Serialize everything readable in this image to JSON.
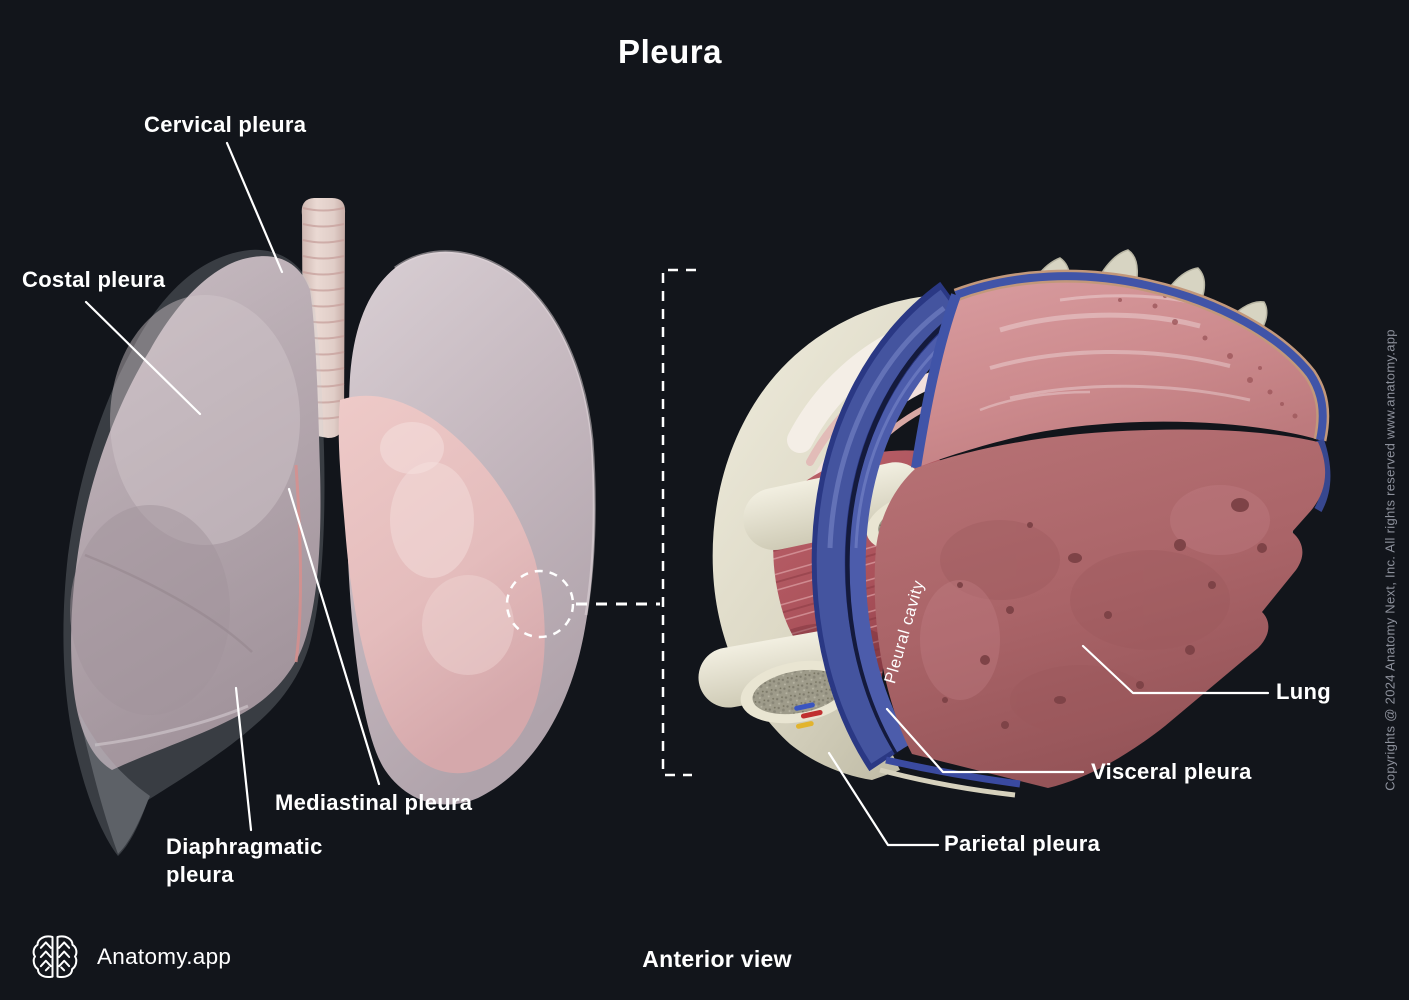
{
  "title": "Pleura",
  "caption": "Anterior view",
  "brand": {
    "name": "Anatomy.app"
  },
  "copyright_text": "Copyrights @ 2024 Anatomy Next, Inc. All rights reserved www.anatomy.app",
  "colors": {
    "background": "#12151b",
    "label_text": "#ffffff",
    "muted_text": "#8d919c",
    "pleura_blue": "#44549f",
    "lung_pink": "#b26e71"
  },
  "overview": {
    "labels": [
      {
        "id": "cervical-pleura",
        "text": "Cervical pleura"
      },
      {
        "id": "costal-pleura",
        "text": "Costal pleura"
      },
      {
        "id": "mediastinal-pleura",
        "text": "Mediastinal pleura"
      },
      {
        "id": "diaphragmatic-pleura",
        "text": "Diaphragmatic pleura"
      }
    ]
  },
  "detail": {
    "inline_label": "Pleural cavity",
    "labels": [
      {
        "id": "lung",
        "text": "Lung"
      },
      {
        "id": "visceral-pleura",
        "text": "Visceral pleura"
      },
      {
        "id": "parietal-pleura",
        "text": "Parietal pleura"
      }
    ]
  }
}
